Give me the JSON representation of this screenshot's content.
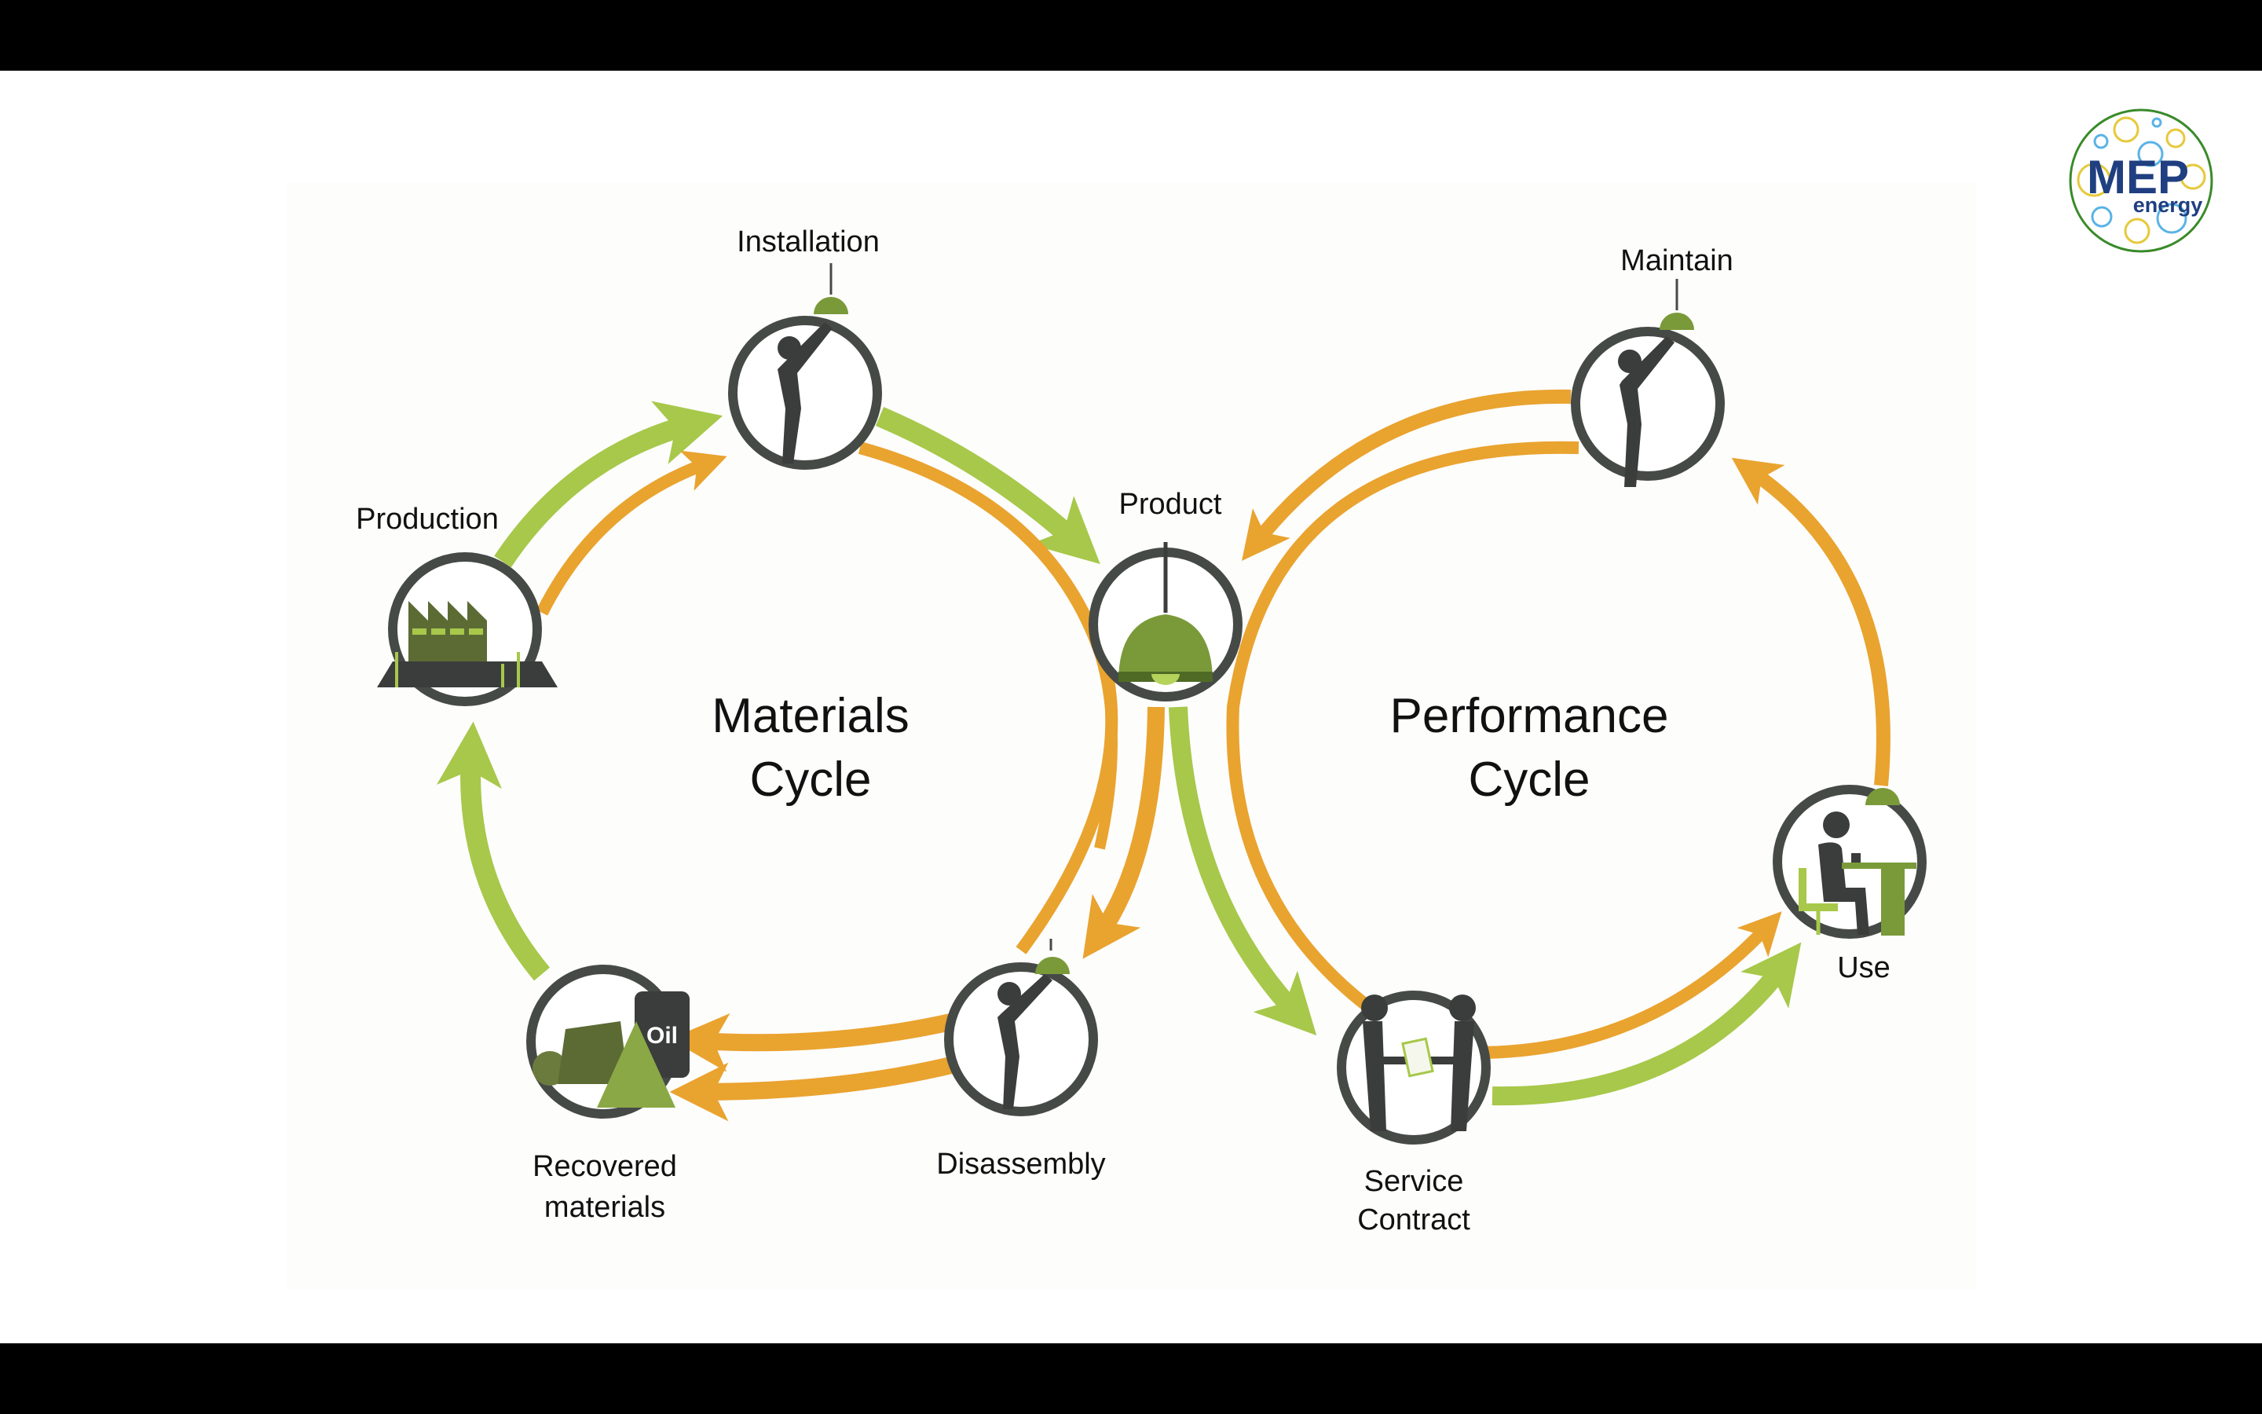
{
  "diagram": {
    "cycles": [
      {
        "id": "materials",
        "title_line1": "Materials",
        "title_line2": "Cycle"
      },
      {
        "id": "performance",
        "title_line1": "Performance",
        "title_line2": "Cycle"
      }
    ],
    "nodes": {
      "installation": {
        "label": "Installation",
        "icon": "worker-installing-lamp-icon"
      },
      "production": {
        "label": "Production",
        "icon": "factory-with-wind-turbines-icon"
      },
      "product": {
        "label": "Product",
        "icon": "pendant-lamp-icon"
      },
      "disassembly": {
        "label": "Disassembly",
        "icon": "worker-removing-lamp-icon"
      },
      "recovered": {
        "label_line1": "Recovered",
        "label_line2": "materials",
        "icon": "oil-barrel-and-raw-materials-icon",
        "barrel_text": "Oil"
      },
      "maintain": {
        "label": "Maintain",
        "icon": "worker-maintaining-lamp-icon"
      },
      "use": {
        "label": "Use",
        "icon": "person-at-desk-icon"
      },
      "service": {
        "label_line1": "Service",
        "label_line2": "Contract",
        "icon": "handshake-contract-icon"
      }
    },
    "colors": {
      "green_arrow": "#a7c84a",
      "orange_arrow": "#e9a32f",
      "ring": "#464a47",
      "icon_green": "#7a9a3a",
      "icon_dark": "#3a3d3b"
    }
  },
  "logo": {
    "main": "MEP",
    "sub": "energy",
    "text_color": "#1f3f80",
    "ring_color": "#3a8a2a",
    "bubble_yellow": "#e6c93a",
    "bubble_blue": "#5ab3e6"
  }
}
